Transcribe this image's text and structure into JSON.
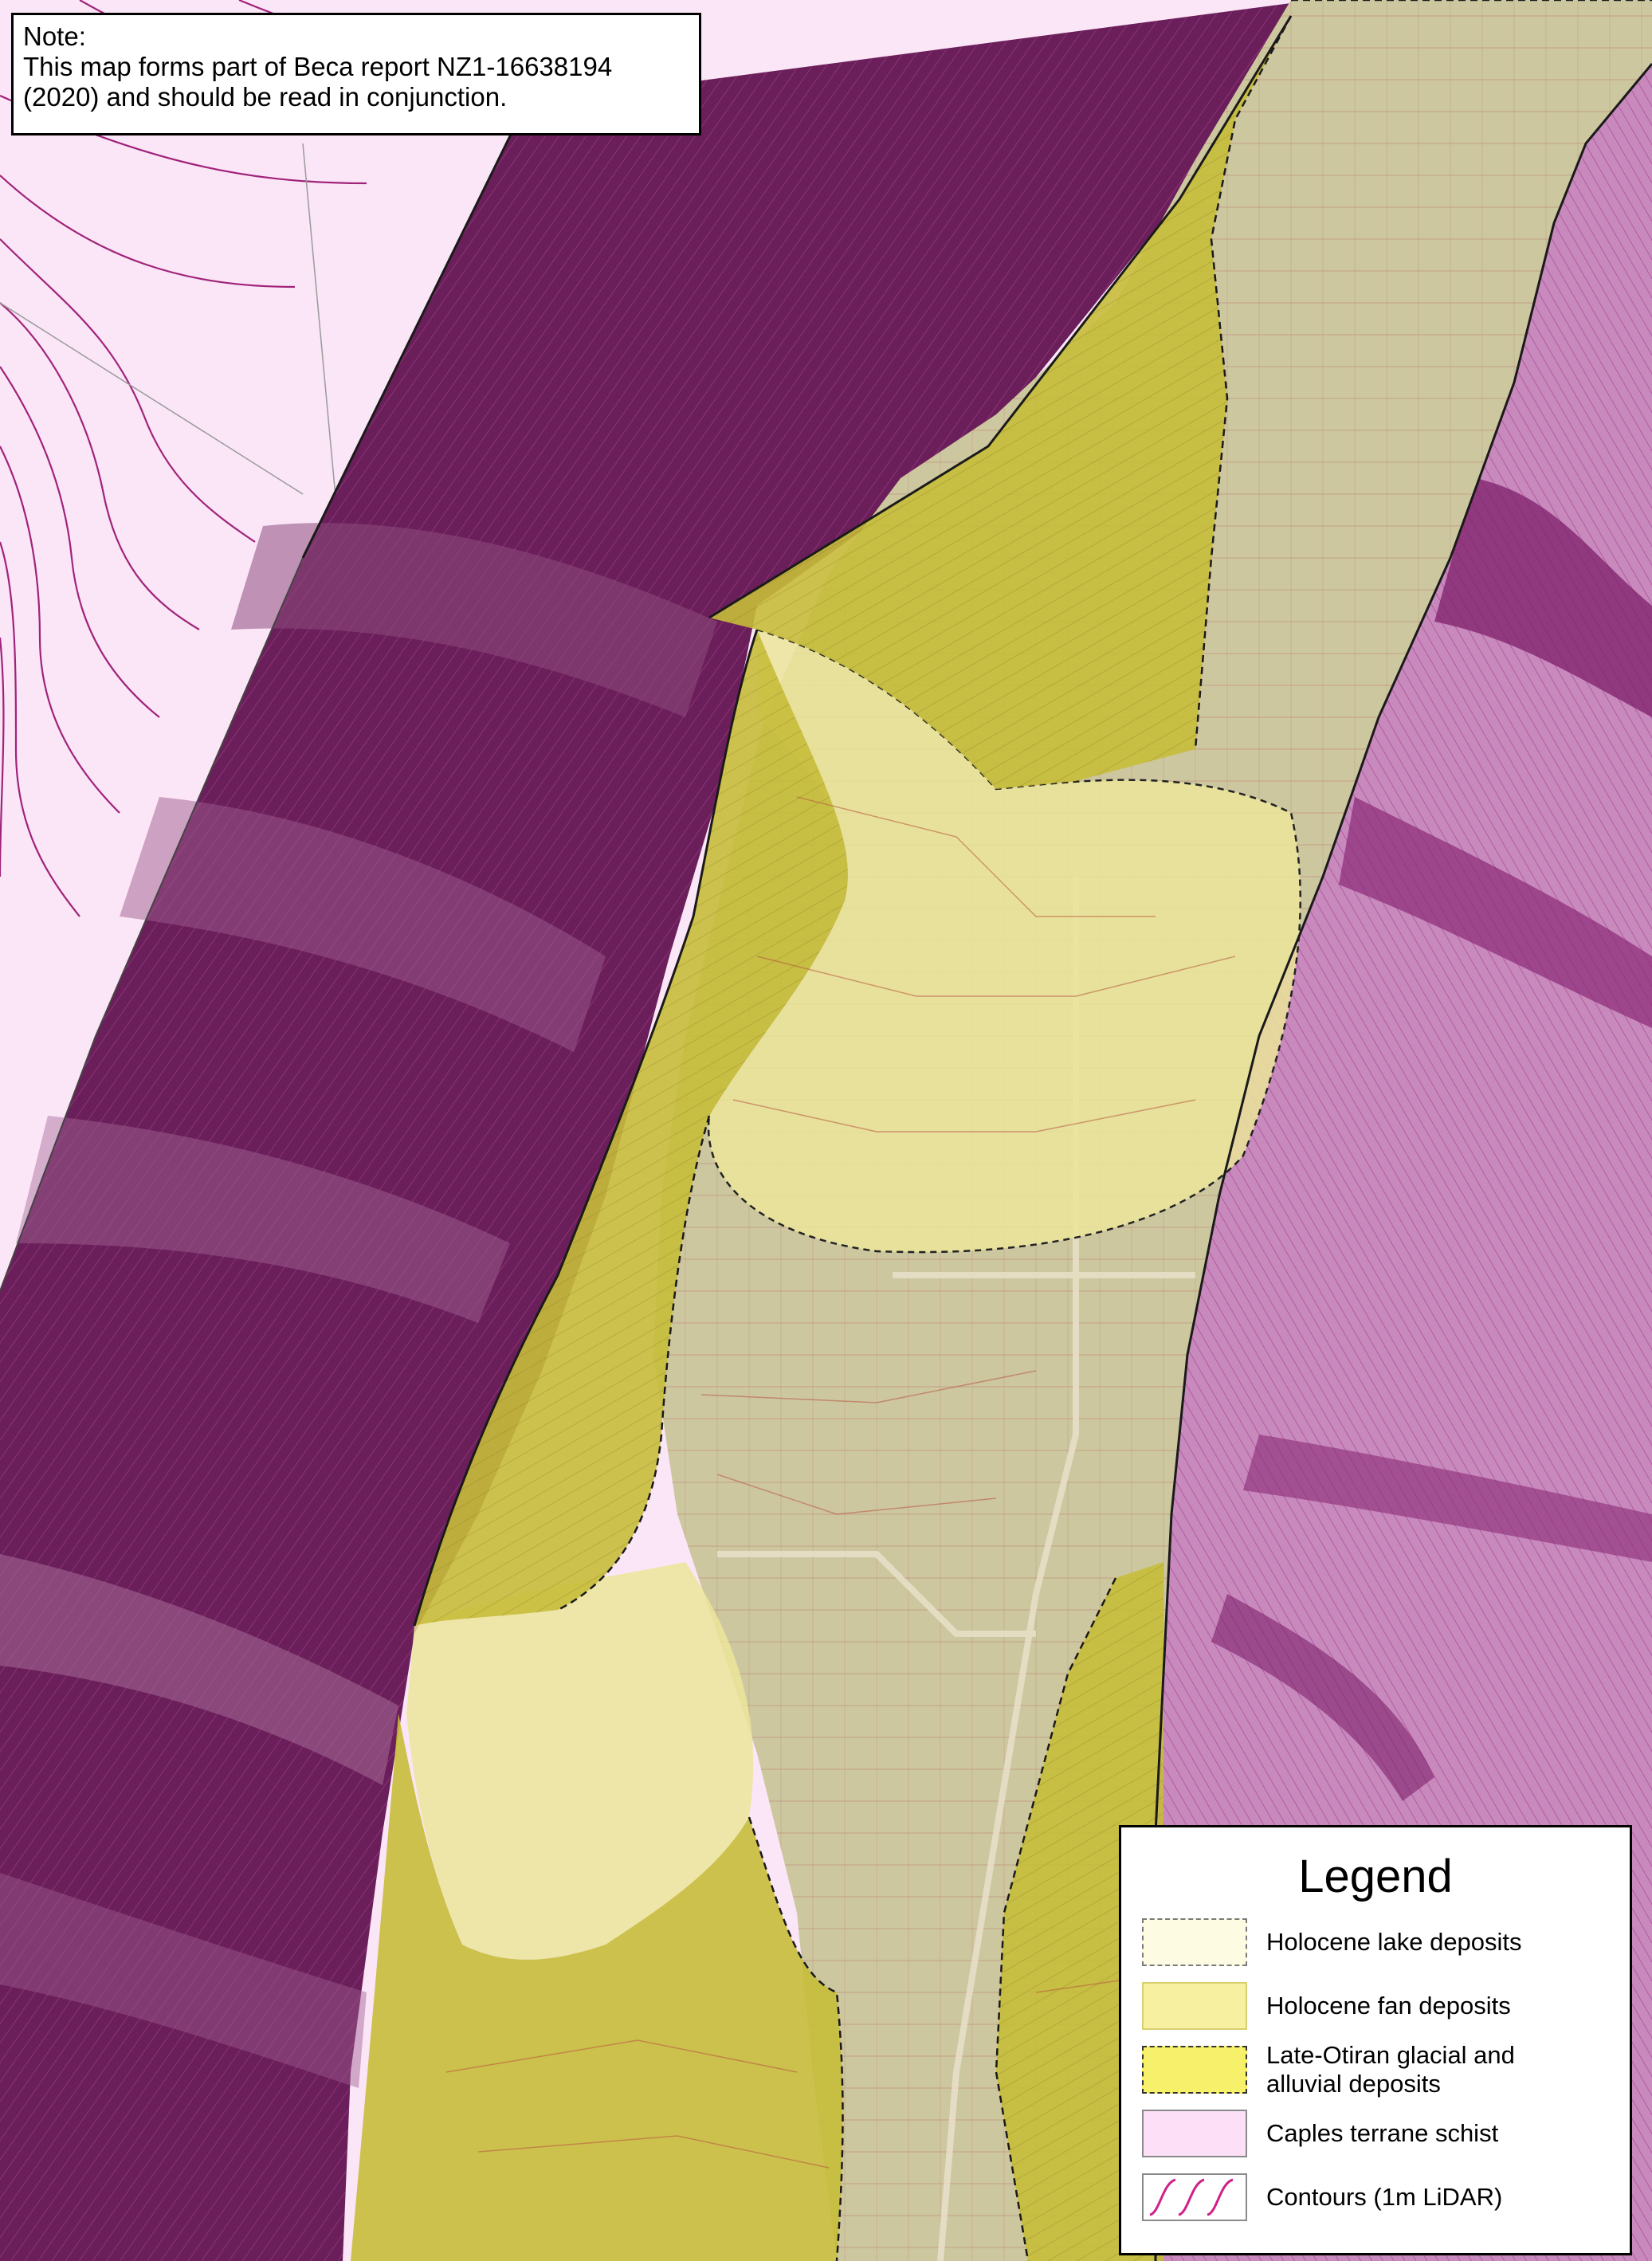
{
  "note": {
    "heading": "Note:",
    "line1": "This map forms part of Beca report NZ1-16638194",
    "line2": "(2020) and should be read in conjunction."
  },
  "legend": {
    "title": "Legend",
    "items": [
      {
        "label": "Holocene lake deposits",
        "fill": "#fdfbe2",
        "border": "#7a7a7a",
        "border_style": "dashed"
      },
      {
        "label": "Holocene fan deposits",
        "fill": "#f7f0a0",
        "border": "#d8d070",
        "border_style": "solid"
      },
      {
        "label_line1": "Late-Otiran glacial and",
        "label_line2": "alluvial deposits",
        "fill": "#f6f06a",
        "border": "#333333",
        "border_style": "dashed"
      },
      {
        "label": "Caples terrane schist",
        "fill": "#fde0f8",
        "border": "#8a8a8a",
        "border_style": "solid"
      },
      {
        "label": "Contours (1m LiDAR)",
        "fill": "#ffffff",
        "border": "#8a8a8a",
        "border_style": "solid",
        "line_color": "#d0208a"
      }
    ]
  },
  "colors": {
    "schist_dark": "#6b1f5a",
    "schist_light": "#c889bd",
    "schist_pale": "#fbe6f7",
    "lake_deposits": "#cdc7a0",
    "fan_deposits": "#ebe59a",
    "glacial_deposits": "#c7bd3a",
    "contour": "#a0237a",
    "boundary": "#1a1a1a"
  }
}
